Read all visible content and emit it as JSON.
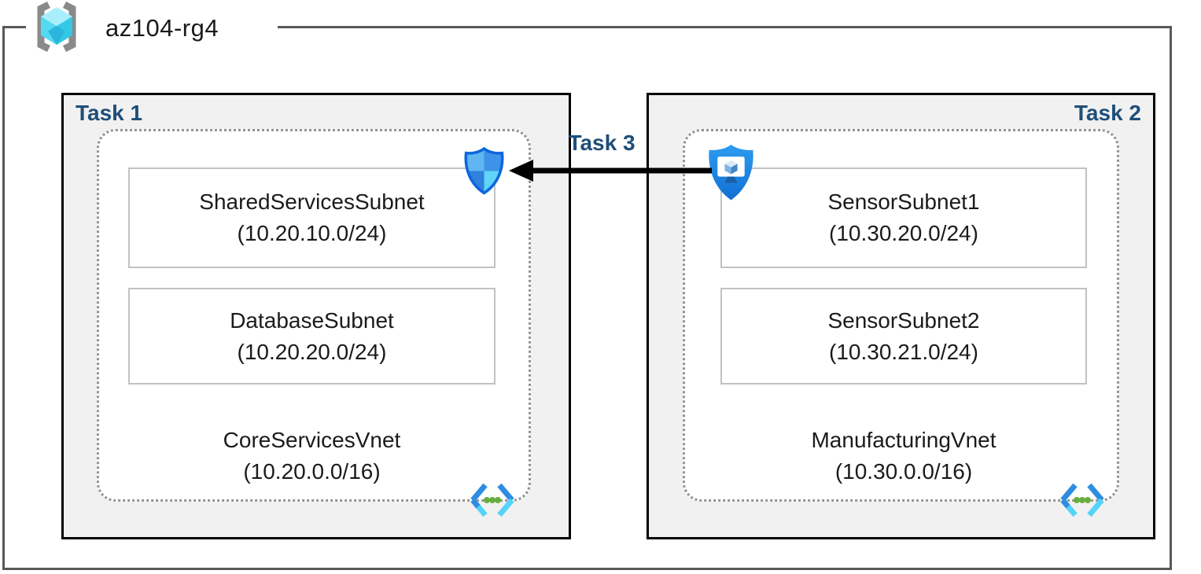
{
  "title": "az104-rg4",
  "labels": {
    "task1": "Task 1",
    "task2": "Task 2",
    "task3": "Task 3"
  },
  "vnet1": {
    "name": "CoreServicesVnet",
    "cidr": "(10.20.0.0/16)",
    "subnets": [
      {
        "name": "SharedServicesSubnet",
        "cidr": "(10.20.10.0/24)"
      },
      {
        "name": "DatabaseSubnet",
        "cidr": "(10.20.20.0/24)"
      }
    ]
  },
  "vnet2": {
    "name": "ManufacturingVnet",
    "cidr": "(10.30.0.0/16)",
    "subnets": [
      {
        "name": "SensorSubnet1",
        "cidr": "(10.30.20.0/24)"
      },
      {
        "name": "SensorSubnet2",
        "cidr": "(10.30.21.0/24)"
      }
    ]
  },
  "icons": {
    "resource_group": "resource-group-icon",
    "defender_shield": "network-security-shield-icon",
    "bastion": "bastion-shield-icon",
    "virtual_network": "virtual-network-icon"
  },
  "colors": {
    "task_label": "#1F4E79",
    "frame_border": "#595959",
    "task_box_fill": "#F1F1F1",
    "task_box_border": "#000000",
    "subnet_border": "#C2C2C2",
    "vnet_dotted_border": "#949494",
    "arrow": "#000000",
    "azure_blue": "#2E8DE1",
    "azure_cyan": "#55D4F9",
    "dot_green": "#67AE3E"
  }
}
